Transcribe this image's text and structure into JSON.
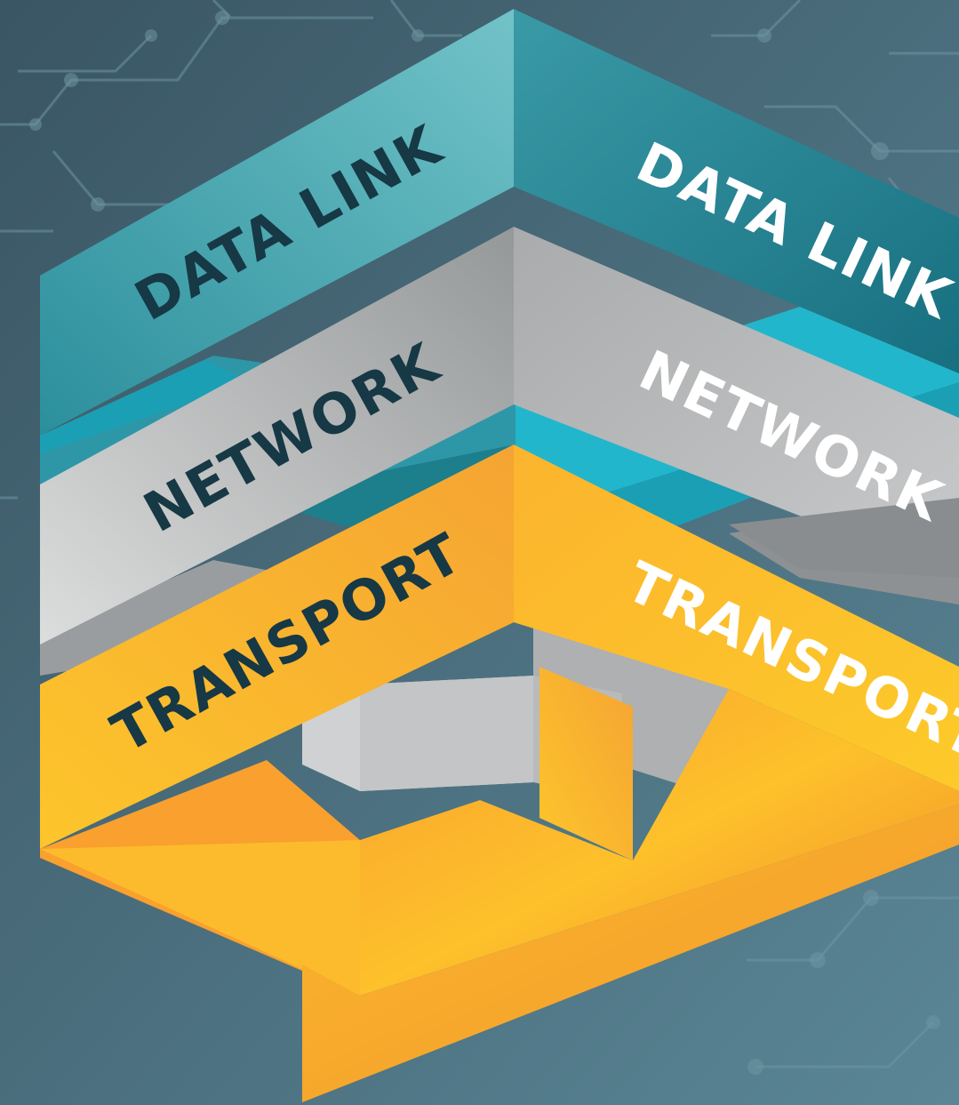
{
  "layers": [
    {
      "id": "data-link",
      "left_label": "DATA LINK",
      "right_label": "DATA LINK"
    },
    {
      "id": "network",
      "left_label": "NETWORK",
      "right_label": "NETWORK"
    },
    {
      "id": "transport",
      "left_label": "TRANSPORT",
      "right_label": "TRANSPORT"
    }
  ],
  "colors": {
    "background_dark": "#3a5563",
    "background_light": "#557f8f",
    "circuit_lines": "#6f95a3",
    "teal_light": "#6cc1c6",
    "teal_dark": "#1c7a8a",
    "teal_accent": "#22b6cc",
    "gray_light": "#d6d7d8",
    "gray_dark": "#8e9193",
    "orange_light": "#fcc52c",
    "orange_dark": "#f28b2a",
    "label_dark": "#173845",
    "label_light": "#ffffff"
  }
}
